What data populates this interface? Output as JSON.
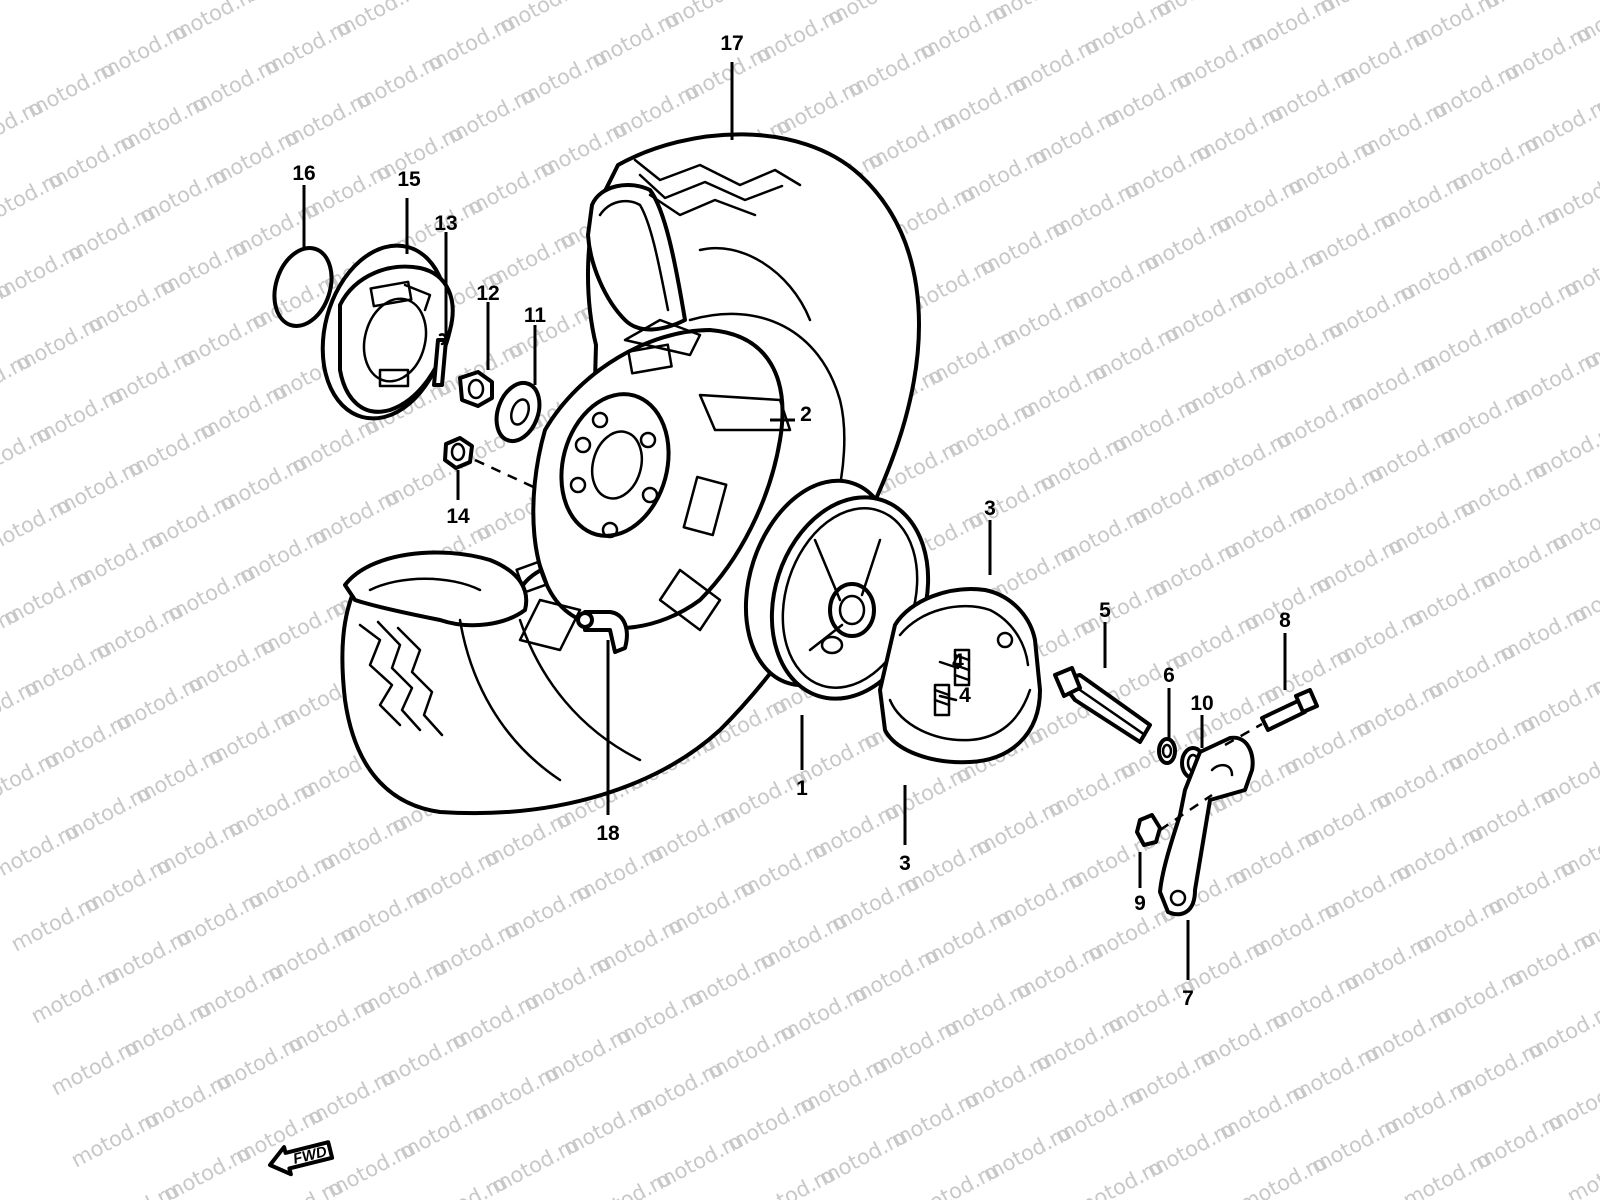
{
  "watermark": "motod.ru",
  "direction_marker": "FWD",
  "callouts": {
    "c1": "1",
    "c2": "2",
    "c3a": "3",
    "c3b": "3",
    "c4a": "4",
    "c4b": "4",
    "c5": "5",
    "c6": "6",
    "c7": "7",
    "c8": "8",
    "c9": "9",
    "c10": "10",
    "c11": "11",
    "c12": "12",
    "c13": "13",
    "c14": "14",
    "c15": "15",
    "c16": "16",
    "c17": "17",
    "c18": "18"
  }
}
